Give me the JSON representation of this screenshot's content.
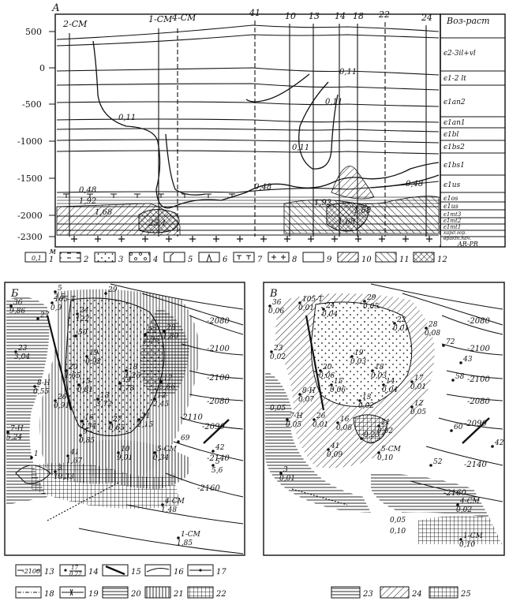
{
  "panelA": {
    "letter": "А",
    "depth_ticks": [
      "500",
      "0",
      "-500",
      "-1000",
      "-1500",
      "-2000",
      "-2300"
    ],
    "unit": "м",
    "wells": [
      "2-СМ",
      "1-СМ",
      "4-СМ",
      "41",
      "10",
      "13",
      "14",
      "18",
      "22",
      "24"
    ],
    "age_header": "Воз-раст",
    "ages": [
      "є2-3il+vl",
      "є1-2 lt",
      "є1an2",
      "є1an1",
      "є1bl",
      "є1bs2",
      "є1bs1",
      "є1us",
      "є1os",
      "є1us",
      "є1mt3",
      "є1mt2",
      "є1mt1",
      "кард.гор.",
      "вракт.пач.",
      "AR-PR"
    ],
    "isolines": [
      "0,11",
      "0,11",
      "0,11",
      "0,11",
      "0,48",
      "0,48",
      "0,48",
      "1,92",
      "1,68",
      "25,4",
      "1,92",
      "1,68",
      "1,68"
    ],
    "legend": [
      "1",
      "2",
      "3",
      "4",
      "5",
      "6",
      "7",
      "8",
      "9",
      "10",
      "11",
      "12"
    ],
    "legend_sample": "0,1"
  },
  "panelB": {
    "letter": "Б",
    "contours": [
      "-2080",
      "-2100",
      "-2100",
      "-2080",
      "-2110",
      "-2090",
      "-2140",
      "-2160"
    ],
    "wells": [
      {
        "id": "36",
        "val": "9,86"
      },
      {
        "id": "105-Т",
        "val": "0,9"
      },
      {
        "id": "5",
        "val": "2,5"
      },
      {
        "id": "24",
        "val": "122"
      },
      {
        "id": "29",
        "val": ""
      },
      {
        "id": "28",
        "val": "1,80"
      },
      {
        "id": "27",
        "val": ""
      },
      {
        "id": "22",
        "val": "2,95"
      },
      {
        "id": "50",
        "val": ""
      },
      {
        "id": "23",
        "val": "3,04"
      },
      {
        "id": "19",
        "val": "0,92"
      },
      {
        "id": "20",
        "val": "1,65"
      },
      {
        "id": "18",
        "val": "1,26"
      },
      {
        "id": "15",
        "val": "0,81"
      },
      {
        "id": "14",
        "val": "1,78"
      },
      {
        "id": "8-Н",
        "val": "0,55"
      },
      {
        "id": "17",
        "val": "5,66"
      },
      {
        "id": "13",
        "val": "3,72"
      },
      {
        "id": "12",
        "val": "2,45"
      },
      {
        "id": "26",
        "val": "0,91"
      },
      {
        "id": "7-Н",
        "val": "5,24"
      },
      {
        "id": "16",
        "val": "1,54"
      },
      {
        "id": "9",
        "val": "0,85"
      },
      {
        "id": "21",
        "val": "2,15"
      },
      {
        "id": "27",
        "val": "0,65"
      },
      {
        "id": "41",
        "val": "1,67"
      },
      {
        "id": "1",
        "val": ""
      },
      {
        "id": "5-СМ",
        "val": "0,34"
      },
      {
        "id": "3",
        "val": "19,33"
      },
      {
        "id": "69",
        "val": ""
      },
      {
        "id": "10",
        "val": "9,01"
      },
      {
        "id": "5",
        "val": "5,6"
      },
      {
        "id": "42",
        "val": ""
      },
      {
        "id": "4-СМ",
        "val": "1,48"
      },
      {
        "id": "1-СМ",
        "val": "1,85"
      }
    ],
    "legend": [
      "13",
      "14",
      "15",
      "16",
      "17",
      "18",
      "19",
      "20",
      "21",
      "22"
    ],
    "legend_sample_contour": "-2100",
    "legend_sample_well": {
      "num": "17",
      "den": "0,22"
    }
  },
  "panelV": {
    "letter": "В",
    "contours": [
      "-2080",
      "-2100",
      "-2100",
      "-2080",
      "-2090",
      "-2140",
      "-2160"
    ],
    "wells": [
      {
        "id": "36",
        "val": "0,06"
      },
      {
        "id": "105-Т",
        "val": "0,01"
      },
      {
        "id": "24",
        "val": "0,04"
      },
      {
        "id": "29",
        "val": "0,05"
      },
      {
        "id": "28",
        "val": "0,08"
      },
      {
        "id": "22",
        "val": "0,01"
      },
      {
        "id": "23",
        "val": "0,02"
      },
      {
        "id": "19",
        "val": "0,03"
      },
      {
        "id": "72",
        "val": ""
      },
      {
        "id": "20",
        "val": "0,06"
      },
      {
        "id": "18",
        "val": "0,03"
      },
      {
        "id": "43",
        "val": ""
      },
      {
        "id": "15",
        "val": "0,06"
      },
      {
        "id": "14",
        "val": "0,04"
      },
      {
        "id": "17",
        "val": "0,01"
      },
      {
        "id": "58",
        "val": ""
      },
      {
        "id": "8-Н",
        "val": "0,07"
      },
      {
        "id": "13",
        "val": "0,02"
      },
      {
        "id": "12",
        "val": "0,05"
      },
      {
        "id": "7-Н",
        "val": "0,05"
      },
      {
        "id": "26",
        "val": "0,01"
      },
      {
        "id": "16",
        "val": "0,08"
      },
      {
        "id": "21",
        "val": "0,02"
      },
      {
        "id": "60",
        "val": ""
      },
      {
        "id": "41",
        "val": "0,09"
      },
      {
        "id": "0,23",
        "val": ""
      },
      {
        "id": "5-СМ",
        "val": "0,10"
      },
      {
        "id": "3",
        "val": "0,01"
      },
      {
        "id": "52",
        "val": ""
      },
      {
        "id": "42",
        "val": ""
      },
      {
        "id": "4-СМ",
        "val": "0,02"
      },
      {
        "id": "1-СМ",
        "val": "0,10"
      }
    ],
    "side_values": [
      "0,05",
      "0,05",
      "0,10"
    ],
    "legend": [
      "23",
      "24",
      "25"
    ]
  }
}
